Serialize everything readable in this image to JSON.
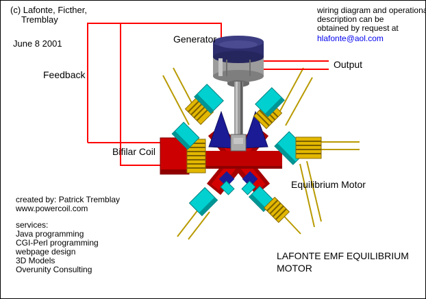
{
  "colors": {
    "wire_red": "#ff0000",
    "rotor_red": "#c00000",
    "navy": "#1b1b96",
    "cyan": "#00d0d0",
    "gold": "#e2b700",
    "field_line_gold": "#b89a00",
    "link_blue": "#0000ee",
    "background": "#ffffff",
    "border": "#000000"
  },
  "header": {
    "copyright_line1": "(c) Lafonte, Ficther,",
    "copyright_line2": "Tremblay",
    "date": "June 8 2001",
    "note_line1": "wiring diagram and operational",
    "note_line2": "description can be",
    "note_line3": "obtained by request at",
    "email": "hlafonte@aol.com"
  },
  "labels": {
    "feedback": "Feedback",
    "generator": "Generator",
    "output": "Output",
    "bifilar_coil": "Bifilar Coil",
    "equilibrium_motor": "Equilibrium Motor",
    "title_line1": "LAFONTE EMF EQUILIBRIUM",
    "title_line2": "MOTOR"
  },
  "footer": {
    "created_by": "created by: Patrick Tremblay",
    "website": "www.powercoil.com",
    "services_heading": "services:",
    "services": [
      "Java programming",
      "CGI-Perl programming",
      "webpage design",
      "3D Models",
      "Overunity Consulting"
    ]
  }
}
